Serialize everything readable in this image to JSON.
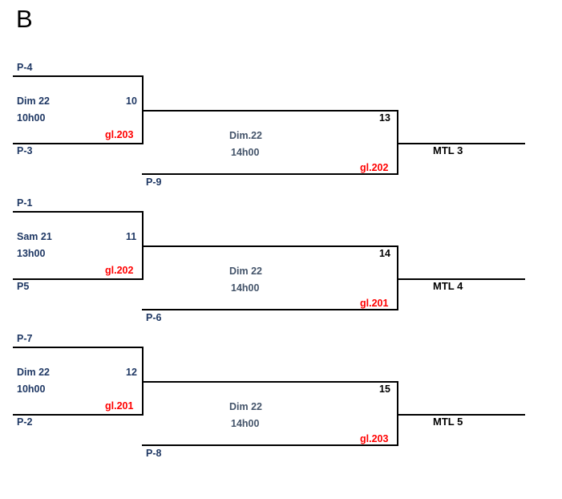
{
  "page": {
    "title_letter": "B",
    "background": "#ffffff",
    "colors": {
      "navy": "#1F3864",
      "gray": "#44546A",
      "red": "#FF0000",
      "black": "#000000",
      "line": "#000000"
    }
  },
  "bracket": {
    "type": "single-elimination",
    "groups": [
      {
        "id": "group-1",
        "round1": {
          "top_slot": "P-4",
          "bottom_slot": "P-3",
          "date": "Dim 22",
          "time": "10h00",
          "match_number": "10",
          "court": "gl.203"
        },
        "round2": {
          "feed_slot": "P-9",
          "date": "Dim.22",
          "time": "14h00",
          "match_number": "13",
          "court": "gl.202"
        },
        "final_label": "MTL 3"
      },
      {
        "id": "group-2",
        "round1": {
          "top_slot": "P-1",
          "bottom_slot": "P5",
          "date": "Sam 21",
          "time": "13h00",
          "match_number": "11",
          "court": "gl.202"
        },
        "round2": {
          "feed_slot": "P-6",
          "date": "Dim 22",
          "time": "14h00",
          "match_number": "14",
          "court": "gl.201"
        },
        "final_label": "MTL 4"
      },
      {
        "id": "group-3",
        "round1": {
          "top_slot": "P-7",
          "bottom_slot": "P-2",
          "date": "Dim 22",
          "time": "10h00",
          "match_number": "12",
          "court": "gl.201"
        },
        "round2": {
          "feed_slot": "P-8",
          "date": "Dim 22",
          "time": "14h00",
          "match_number": "15",
          "court": "gl.203"
        },
        "final_label": "MTL 5"
      }
    ]
  }
}
